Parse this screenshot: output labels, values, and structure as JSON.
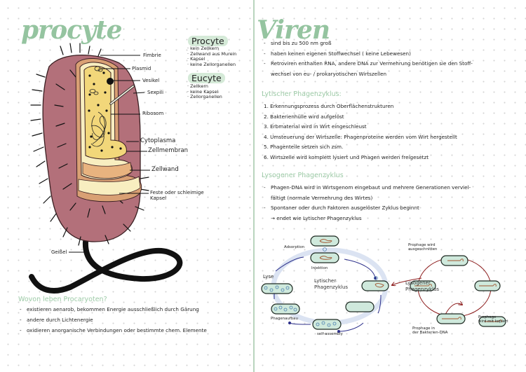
{
  "left_page": {
    "title": "procyte",
    "comparison": {
      "procyte": {
        "heading": "Procyte",
        "items": [
          "· kein Zellkern",
          "· Zellwand aus Murein",
          "· Kapsel",
          "· keine Zellorganellen"
        ]
      },
      "eucyte": {
        "heading": "Eucyte",
        "items": [
          "· Zellkern",
          "· keine Kapsel",
          "· Zellorganellen"
        ]
      }
    },
    "diagram_labels": {
      "fimbrie": "Fimbrie",
      "plasmid": "Plasmid",
      "vesikel": "Vesikel",
      "sexpili": "Sexpili",
      "ribosom": "Ribosom",
      "cytoplasma": "Cytoplasma",
      "zellmembran": "Zellmembran",
      "zellwand": "Zellwand",
      "kapsel_line1": "Feste oder schleimige",
      "kapsel_line2": "Kapsel",
      "geissel": "Geißel"
    },
    "colors": {
      "capsule": "#b3707a",
      "cell_wall": "#d9a074",
      "membrane": "#f8eec0",
      "cytoplasm": "#f2d77a",
      "flagellum": "#111111",
      "title_green": "#95c4a0",
      "highlight": "#d5ead8"
    },
    "question": {
      "heading": "Wovon leben Procaryoten?",
      "items": [
        "existieren aenarob, bekommen Energie ausschließlich durch Gärung",
        "andere durch Lichtenergie",
        "oxidieren anorganische Verbindungen oder bestimmte chem. Elemente"
      ]
    }
  },
  "right_page": {
    "title": "Viren",
    "facts": [
      {
        "text": "sind bis zu 500 nm groß"
      },
      {
        "text": "haben keinen eigenen Stoffwechsel ( keine Lebewesen)"
      },
      {
        "text": "Retroviren enthalten RNA, andere DNA zur Vermehrung benötigen sie den Stoff-"
      },
      {
        "text": "wechsel von eu- / prokaryotischen Wirtszellen",
        "continuation": true
      }
    ],
    "lytic": {
      "heading": "Lytischer Phagenzyklus:",
      "steps": [
        "1. Erkennungsprozess durch Oberflächenstrukturen",
        "2. Bakterienhülle wird aufgelöst",
        "3. Erbmaterial wird in Wirt eingeschleust",
        "4. Umsteuerung der Wirtszelle: Phagenproteine werden vom Wirt hergestellt",
        "5. Phagenteile setzen sich zsm.",
        "6. Wirtszelle wird komplett lysiert und Phagen werden freigesetzt"
      ]
    },
    "lysogenic": {
      "heading": "Lysogener Phagenzyklus",
      "items": [
        {
          "text": "Phagen-DNA wird in Wirtsgenom eingebaut und mehrere Generationen verviel-"
        },
        {
          "text": "fältigt (normale Vermehrung des Wirtes)",
          "continuation": true
        },
        {
          "text": "Spontaner oder durch Faktoren ausgelöster Zyklus beginnt"
        },
        {
          "text": "→ endet wie Lytischer Phagenzyklus",
          "continuation": true
        }
      ]
    },
    "cycle_diagram": {
      "lytic_center_line1": "Lytischer",
      "lytic_center_line2": "Phagenzyklus",
      "lysogenic_center_line1": "Lysogener",
      "lysogenic_center_line2": "Phagenzyklus",
      "labels": {
        "adsorption": "Adsorption",
        "injektion": "Injektion",
        "lyse": "Lyse",
        "phagenaufbau": "Phagenaufbau",
        "self_assembly": "self-assembly",
        "prophage_ausgeschnitten_1": "Prophage wird",
        "prophage_ausgeschnitten_2": "ausgeschnitten",
        "prophage_in_dna_1": "Prophage in",
        "prophage_in_dna_2": "der Bakterien-DNA",
        "prophage_kopiert_1": "Prophage",
        "prophage_kopiert_2": "wird mit kopiert"
      },
      "colors": {
        "cell_fill": "#cfe9dc",
        "lytic_arrow": "#2c2f8a",
        "lytic_ring": "#dbe3f2",
        "lysogenic_arrow": "#8c1c1c",
        "dna": "#a0522d"
      }
    }
  }
}
